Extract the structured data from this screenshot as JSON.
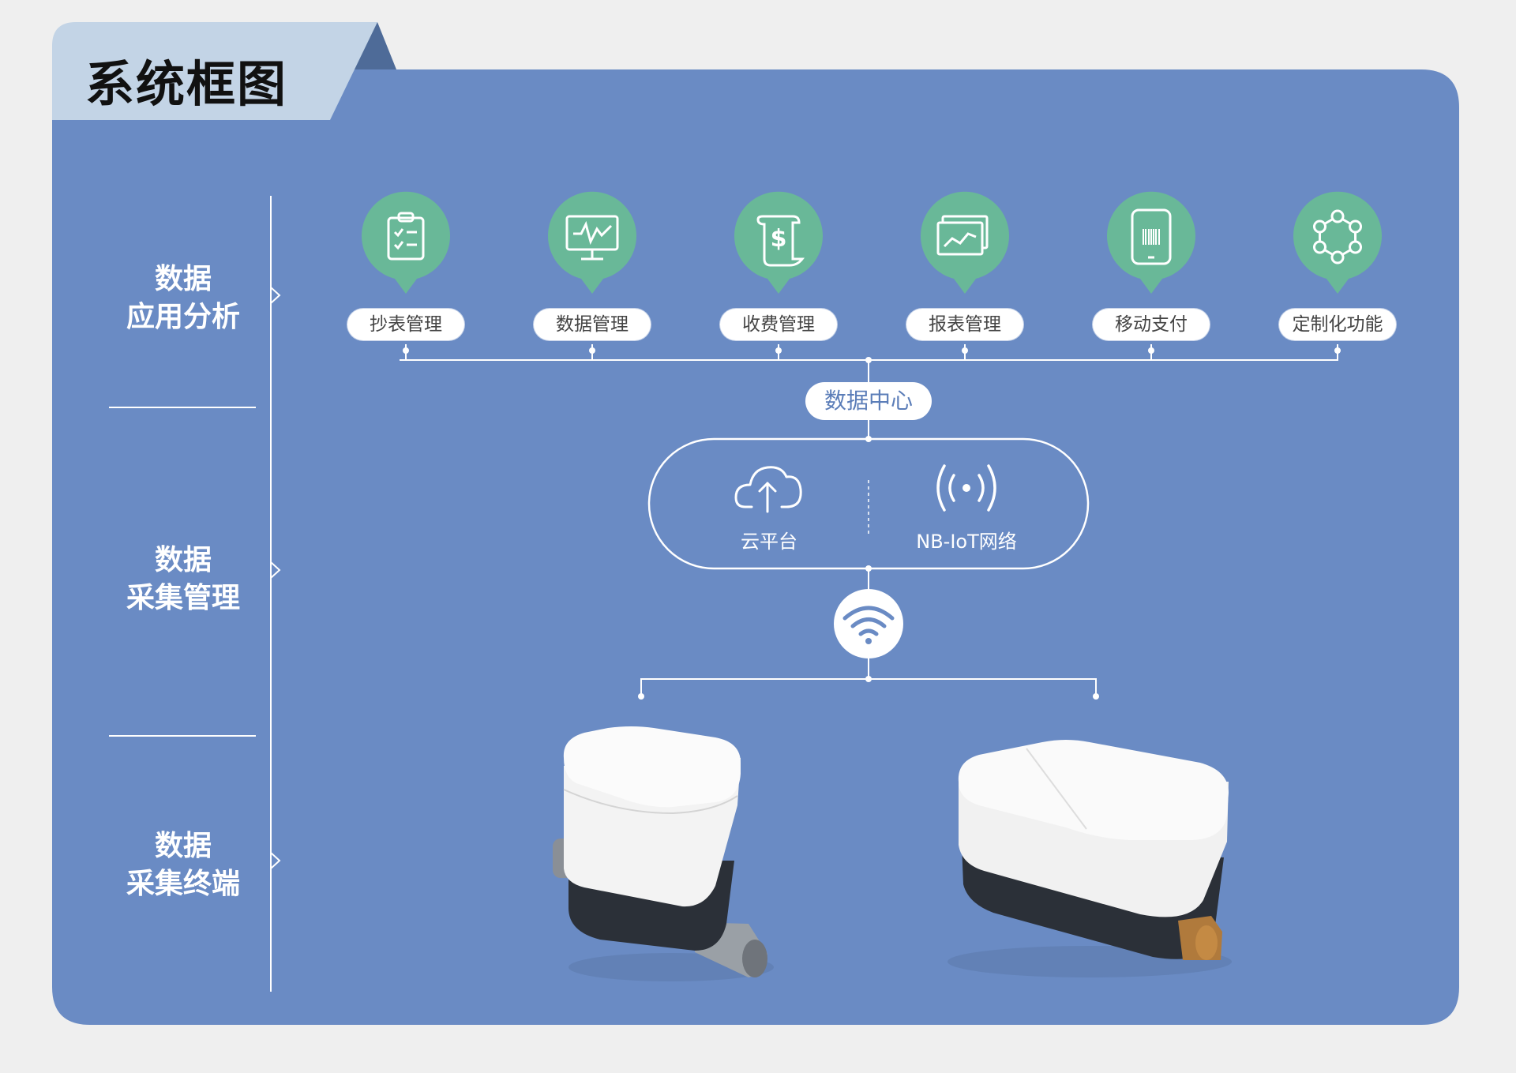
{
  "title": "系统框图",
  "levels": [
    {
      "line1": "数据",
      "line2": "应用分析"
    },
    {
      "line1": "数据",
      "line2": "采集管理"
    },
    {
      "line1": "数据",
      "line2": "采集终端"
    }
  ],
  "apps": [
    {
      "label": "抄表管理",
      "icon": "checklist-clipboard-icon"
    },
    {
      "label": "数据管理",
      "icon": "monitor-chart-icon"
    },
    {
      "label": "收费管理",
      "icon": "dollar-scroll-icon"
    },
    {
      "label": "报表管理",
      "icon": "report-chart-icon"
    },
    {
      "label": "移动支付",
      "icon": "phone-barcode-icon"
    },
    {
      "label": "定制化功能",
      "icon": "network-nodes-icon"
    }
  ],
  "data_center": "数据中心",
  "cloud": {
    "label": "云平台",
    "icon": "cloud-upload-icon"
  },
  "nbiot": {
    "label": "NB-IoT网络",
    "icon": "wireless-signal-icon"
  },
  "wifi_icon": "wifi-icon",
  "devices": [
    {
      "name": "water-meter-vertical",
      "icon": "water-meter-icon"
    },
    {
      "name": "water-meter-horizontal",
      "icon": "water-meter-icon"
    }
  ],
  "colors": {
    "background": "#efefef",
    "panel": "#6a8bc4",
    "tab": "#c3d4e6",
    "tab_dark": "#4e6b98",
    "icon_circle": "#69b898",
    "white": "#ffffff",
    "text_dark": "#111111"
  }
}
